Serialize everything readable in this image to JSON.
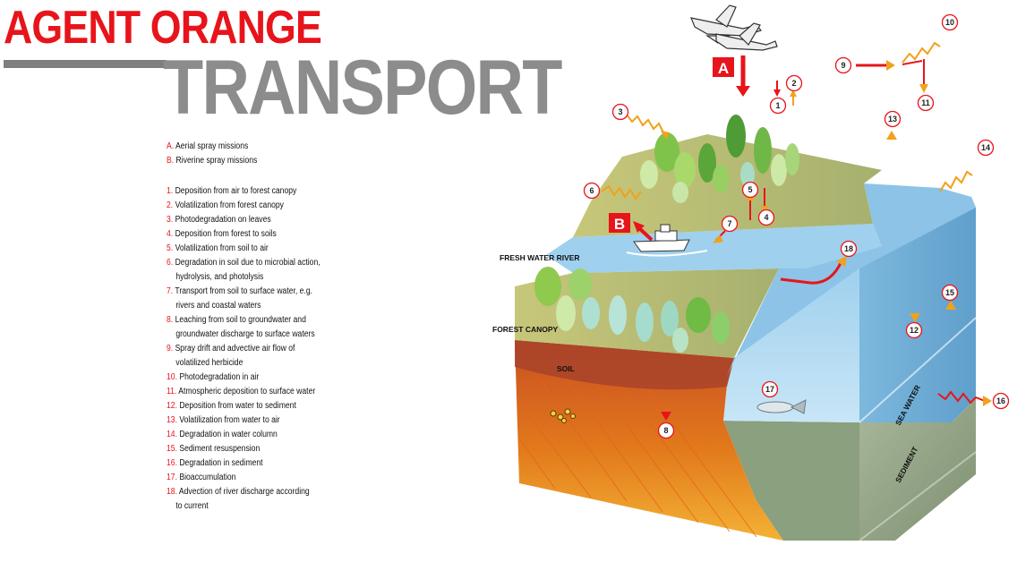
{
  "title": {
    "line1": "AGENT ORANGE",
    "line2": "TRANSPORT"
  },
  "legend": {
    "spray": [
      {
        "key": "A.",
        "text": "Aerial spray missions"
      },
      {
        "key": "B.",
        "text": "Riverine spray missions"
      }
    ],
    "processes": [
      {
        "key": "1.",
        "text": "Deposition from air to forest canopy"
      },
      {
        "key": "2.",
        "text": "Volatilization from forest canopy"
      },
      {
        "key": "3.",
        "text": "Photodegradation on leaves"
      },
      {
        "key": "4.",
        "text": "Deposition from forest to soils"
      },
      {
        "key": "5.",
        "text": "Volatilization from soil to air"
      },
      {
        "key": "6.",
        "text": "Degradation in soil due to microbial action,",
        "cont": "hydrolysis, and photolysis"
      },
      {
        "key": "7.",
        "text": "Transport from soil to surface water, e.g.",
        "cont": "rivers and coastal waters"
      },
      {
        "key": "8.",
        "text": "Leaching from soil to groundwater and",
        "cont": "groundwater discharge to surface waters"
      },
      {
        "key": "9.",
        "text": "Spray drift and advective air flow of",
        "cont": "volatilized herbicide"
      },
      {
        "key": "10.",
        "text": "Photodegradation in air"
      },
      {
        "key": "11.",
        "text": "Atmospheric deposition to surface water"
      },
      {
        "key": "12.",
        "text": "Deposition from water to sediment"
      },
      {
        "key": "13.",
        "text": "Volatilization from water to air"
      },
      {
        "key": "14.",
        "text": "Degradation in water column"
      },
      {
        "key": "15.",
        "text": "Sediment resuspension"
      },
      {
        "key": "16.",
        "text": "Degradation in sediment"
      },
      {
        "key": "17.",
        "text": "Bioaccumulation"
      },
      {
        "key": "18.",
        "text": "Advection of river discharge according",
        "cont": "to current"
      }
    ]
  },
  "diagram": {
    "labels": {
      "fresh_water_river": "FRESH WATER RIVER",
      "forest_canopy": "FOREST CANOPY",
      "soil": "SOIL",
      "sea_water": "SEA WATER",
      "sediment": "SEDIMENT"
    },
    "badges": {
      "a": "A",
      "b": "B"
    },
    "markers": [
      "1",
      "2",
      "3",
      "4",
      "5",
      "6",
      "7",
      "8",
      "9",
      "10",
      "11",
      "12",
      "13",
      "14",
      "15",
      "16",
      "17",
      "18"
    ],
    "colors": {
      "accent_red": "#e8141b",
      "title_gray": "#8c8c8c",
      "water": "#8ec5e6",
      "soil": "#d9621e",
      "land_top": "#b6b774",
      "sediment": "#9aa98a",
      "arrow_orange": "#f2a11a"
    }
  }
}
